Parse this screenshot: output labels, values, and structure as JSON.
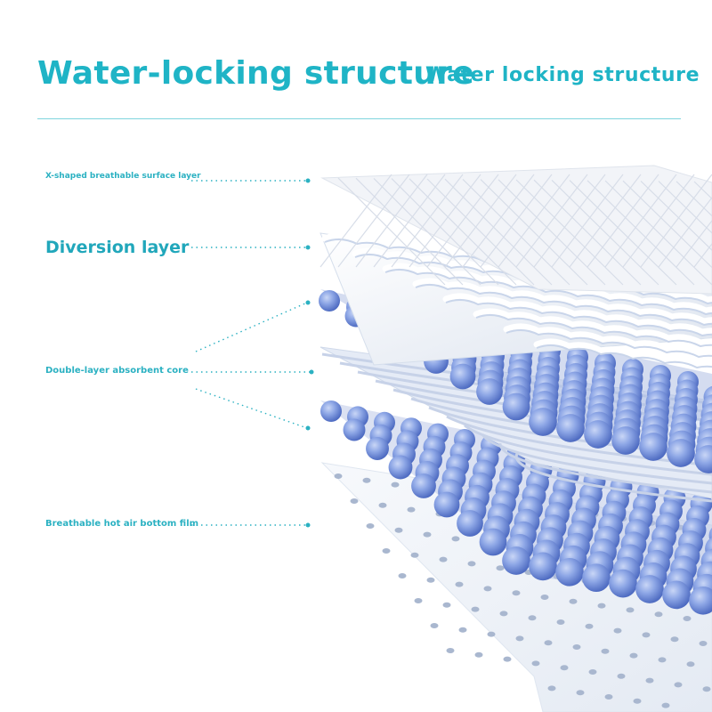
{
  "header": {
    "title": "Water-locking structure",
    "subtitle": "Water locking structure"
  },
  "layers": {
    "surface": "X-shaped breathable surface layer",
    "diversion": "Diversion layer",
    "core": "Double-layer absorbent core",
    "bottom": "Breathable hot air bottom film"
  },
  "colors": {
    "accent": "#1fb4c6",
    "core_blue": "#6f8fd8",
    "sheet_white": "#f4f7fb"
  }
}
